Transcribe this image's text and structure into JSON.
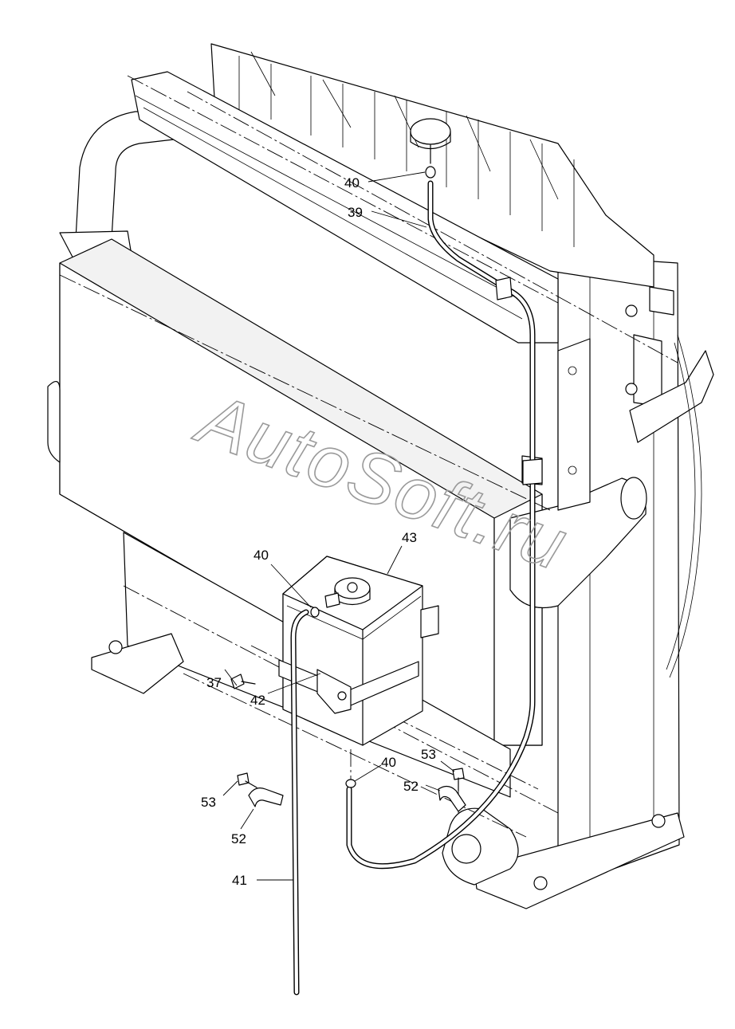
{
  "watermark": "AutoSoft.ru",
  "callouts": [
    {
      "id": "c40a",
      "label": "40"
    },
    {
      "id": "c39",
      "label": "39"
    },
    {
      "id": "c40b",
      "label": "40"
    },
    {
      "id": "c43",
      "label": "43"
    },
    {
      "id": "c37",
      "label": "37"
    },
    {
      "id": "c42",
      "label": "42"
    },
    {
      "id": "c40c",
      "label": "40"
    },
    {
      "id": "c53a",
      "label": "53"
    },
    {
      "id": "c52a",
      "label": "52"
    },
    {
      "id": "c53b",
      "label": "53"
    },
    {
      "id": "c52b",
      "label": "52"
    },
    {
      "id": "c41",
      "label": "41"
    }
  ]
}
